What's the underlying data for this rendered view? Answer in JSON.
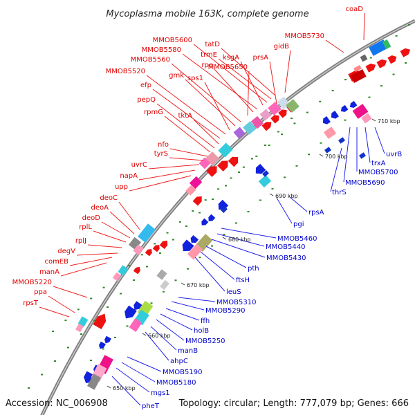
{
  "title": "Mycoplasma mobile 163K, complete genome",
  "footer": {
    "accession": "Accession: NC_006908",
    "summary": "Topology: circular; Length: 777,079 bp; Genes: 666"
  },
  "colors": {
    "forward_label": "#e00000",
    "reverse_label": "#0000cc",
    "backbone": "#8a8a8a",
    "dots": "#2e8b22"
  },
  "ticks": [
    "650 kbp",
    "660 kbp",
    "670 kbp",
    "680 kbp",
    "690 kbp",
    "700 kbp",
    "710 kbp"
  ],
  "forward_genes": [
    "coaD",
    "MMOB5730",
    "gidB",
    "tatD",
    "trmE",
    "MMOB5600",
    "ksgA",
    "MMOB5580",
    "rpe",
    "MMOB5650",
    "prsA",
    "MMOB5560",
    "gmk",
    "sps1",
    "MMOB5520",
    "efp",
    "tktA",
    "pepQ",
    "rpmG",
    "nfo",
    "tyrS",
    "uvrC",
    "napA",
    "upp",
    "deoC",
    "deoA",
    "deoD",
    "rplL",
    "rplJ",
    "degV",
    "comEB",
    "manA",
    "MMOB5220",
    "ppa",
    "rpsT"
  ],
  "reverse_genes": [
    "uvrB",
    "trxA",
    "MMOB5700",
    "MMOB5690",
    "thrS",
    "rpsA",
    "pgi",
    "MMOB5460",
    "MMOB5440",
    "MMOB5430",
    "pth",
    "ftsH",
    "leuS",
    "MMOB5310",
    "MMOB5290",
    "ffh",
    "holB",
    "MMOB5250",
    "manB",
    "ahpC",
    "MMOB5190",
    "MMOB5180",
    "mgs1",
    "pheT"
  ]
}
